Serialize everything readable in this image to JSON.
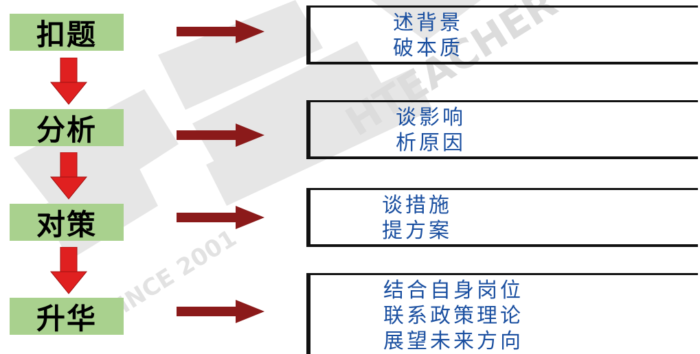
{
  "steps": [
    {
      "label": "扣题",
      "details": [
        "述背景",
        "破本质"
      ]
    },
    {
      "label": "分析",
      "details": [
        "谈影响",
        "析原因"
      ]
    },
    {
      "label": "对策",
      "details": [
        "谈措施",
        "提方案"
      ]
    },
    {
      "label": "升华",
      "details": [
        "结合自身岗位",
        "联系政策理论",
        "展望未来方向"
      ]
    }
  ],
  "watermark": {
    "text_en": "HTEACHER",
    "since": "SINCE 2001"
  },
  "colors": {
    "step_bg": "#a9d18e",
    "arrow_red": "#e02020",
    "arrow_dark": "#8b1a1a",
    "detail_text": "#1a4fa0"
  }
}
